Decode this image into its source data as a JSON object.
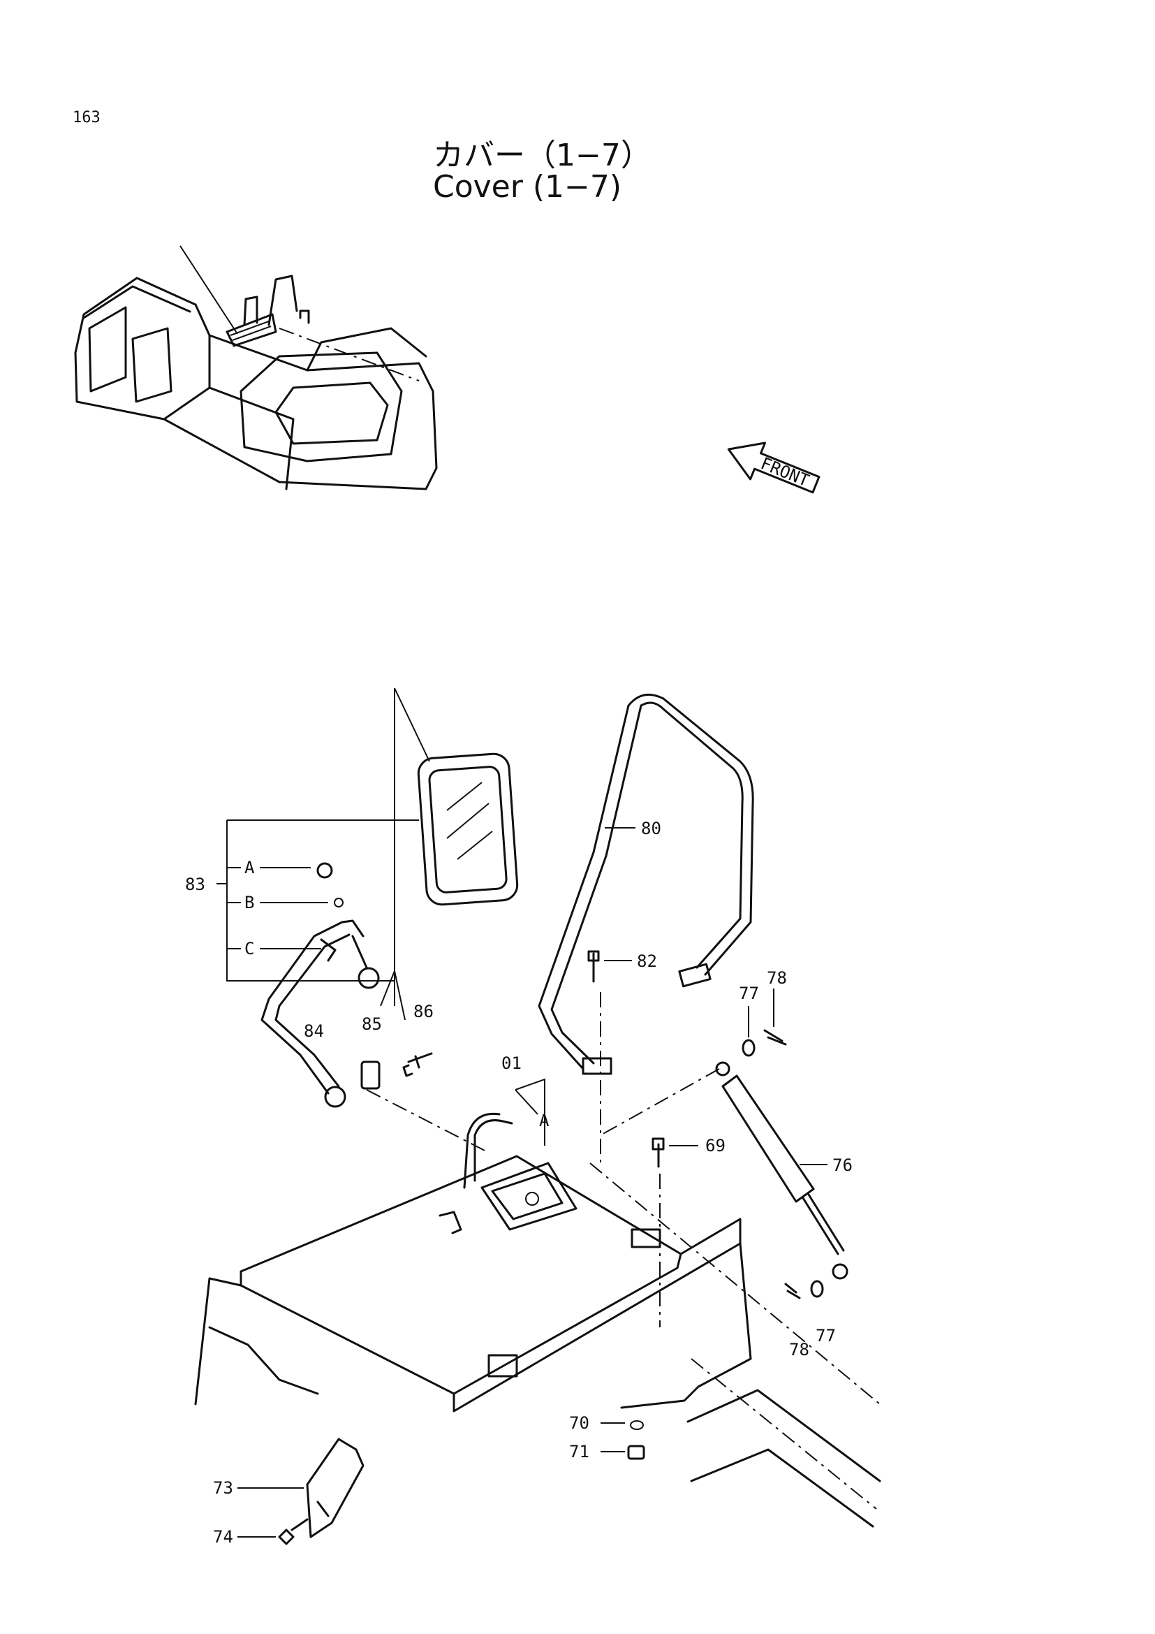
{
  "page_number": "163",
  "title_jp": "カバー（1−7）",
  "title_en": "Cover (1−7)",
  "front_arrow_label": "FRONT",
  "callouts": {
    "p01": "01",
    "p69": "69",
    "p70": "70",
    "p71": "71",
    "p73": "73",
    "p74": "74",
    "p76": "76",
    "p77a": "77",
    "p77b": "77",
    "p78a": "78",
    "p78b": "78",
    "p80": "80",
    "p82": "82",
    "p83": "83",
    "p84": "84",
    "p85": "85",
    "p86": "86",
    "subA": "A",
    "subB": "B",
    "subC": "C",
    "subA2": "A"
  }
}
